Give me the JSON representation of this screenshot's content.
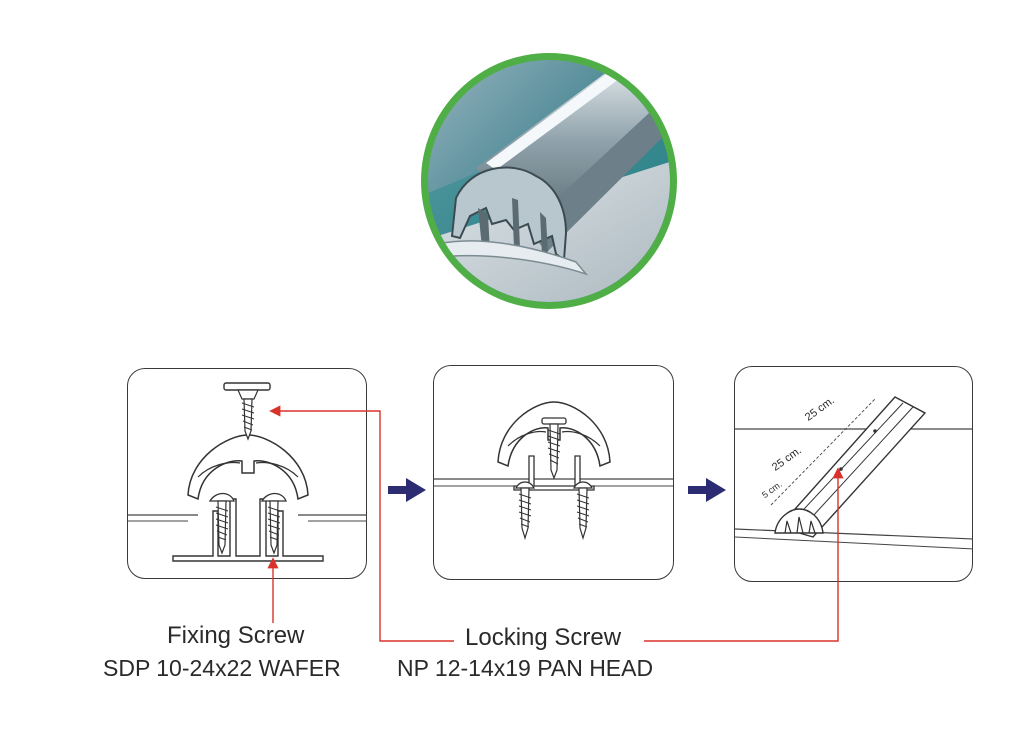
{
  "labels": {
    "fixing_title": "Fixing Screw",
    "fixing_spec": "SDP 10-24x22 WAFER",
    "locking_title": "Locking Screw",
    "locking_spec": "NP 12-14x19 PAN HEAD"
  },
  "dimensions": {
    "d1": "25 cm.",
    "d2": "25 cm.",
    "d3": "5 cm."
  },
  "colors": {
    "ring": "#4fae45",
    "callout_line": "#d9322b",
    "step_arrow": "#2c2c73",
    "panel_border": "#3a3a3a"
  }
}
